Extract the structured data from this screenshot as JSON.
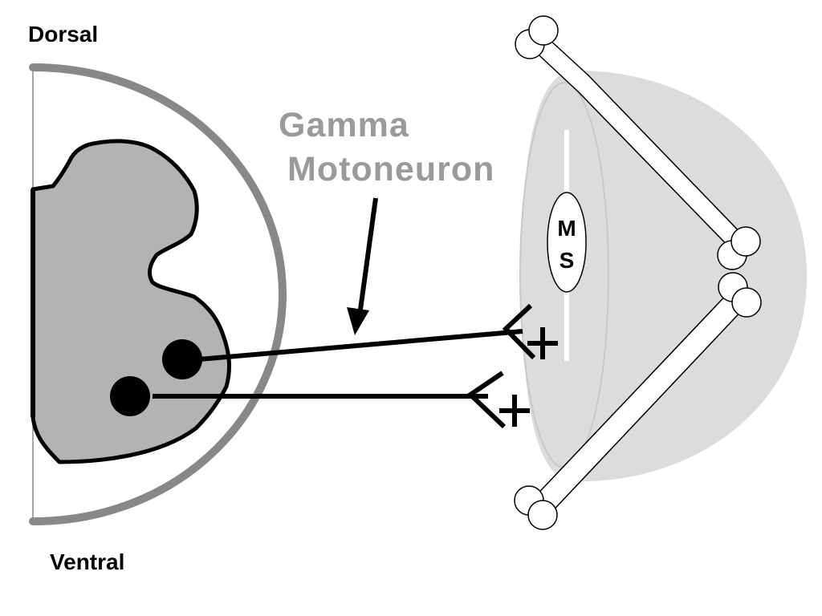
{
  "labels": {
    "dorsal": "Dorsal",
    "ventral": "Ventral",
    "gamma_line1": "Gamma",
    "gamma_line2": "Motoneuron",
    "spindle_m": "M",
    "spindle_s": "S",
    "plus_upper": "+",
    "plus_lower": "+"
  },
  "colors": {
    "spinal_cord_outline": "#888888",
    "gray_matter": "#b3b3b3",
    "muscle": "#dcdcdc",
    "gamma_label": "#9a9a9a",
    "ink": "#000000"
  }
}
